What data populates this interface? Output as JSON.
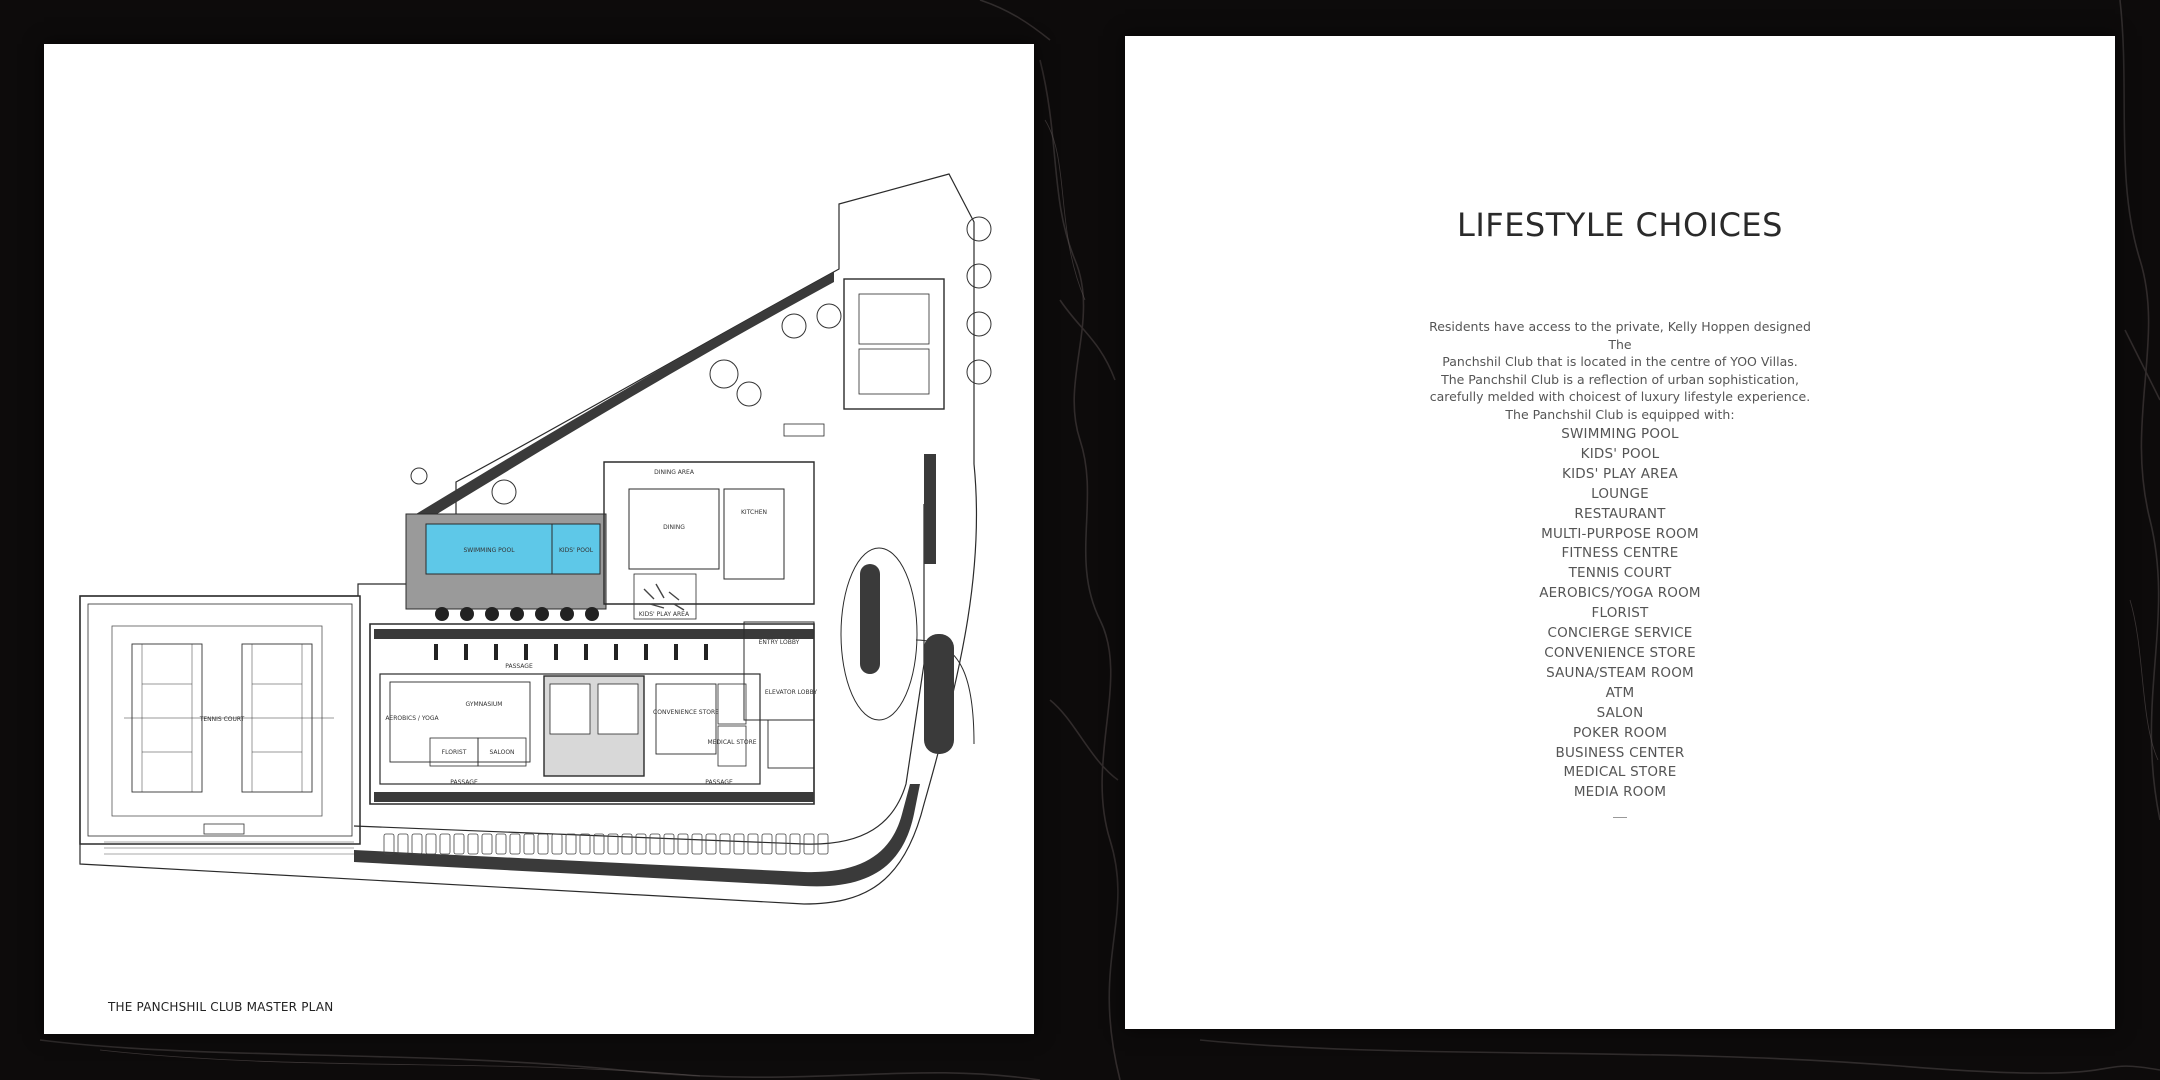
{
  "left_page": {
    "caption": "THE PANCHSHIL CLUB MASTER PLAN",
    "plan_labels": {
      "swimming_pool": "SWIMMING POOL",
      "kids_pool": "KIDS' POOL",
      "dining_area": "DINING AREA",
      "dining": "DINING",
      "kitchen": "KITCHEN",
      "kids_play_area": "KIDS' PLAY AREA",
      "entry_lobby": "ENTRY LOBBY",
      "passage_top": "PASSAGE",
      "gymnasium": "GYMNASIUM",
      "aerobics_yoga": "AEROBICS / YOGA",
      "florist": "FLORIST",
      "saloon": "SALOON",
      "convenience_store": "CONVENIENCE STORE",
      "elevator_lobby": "ELEVATOR LOBBY",
      "medical_store": "MEDICAL STORE",
      "passage_bottom_left": "PASSAGE",
      "passage_bottom_right": "PASSAGE",
      "tennis_court": "TENNIS COURT"
    },
    "pool_color": "#5ec8e8"
  },
  "right_page": {
    "title": "LIFESTYLE CHOICES",
    "intro_lines": [
      "Residents have access to the private, Kelly Hoppen designed The",
      "Panchshil Club that is located in the centre of YOO Villas.",
      "The Panchshil Club is a reflection of urban sophistication,",
      "carefully melded with choicest of luxury lifestyle experience.",
      "The Panchshil Club is equipped with:"
    ],
    "amenities": [
      "SWIMMING POOL",
      "KIDS' POOL",
      "KIDS' PLAY AREA",
      "LOUNGE",
      "RESTAURANT",
      "MULTI-PURPOSE ROOM",
      "FITNESS CENTRE",
      "TENNIS COURT",
      "AEROBICS/YOGA ROOM",
      "FLORIST",
      "CONCIERGE SERVICE",
      "CONVENIENCE STORE",
      "SAUNA/STEAM ROOM",
      "ATM",
      "SALON",
      "POKER ROOM",
      "BUSINESS CENTER",
      "MEDICAL STORE",
      "MEDIA ROOM"
    ]
  },
  "colors": {
    "background": "#0d0b0b",
    "page": "#ffffff",
    "plan_line": "#2b2b2b",
    "text": "#555555"
  }
}
